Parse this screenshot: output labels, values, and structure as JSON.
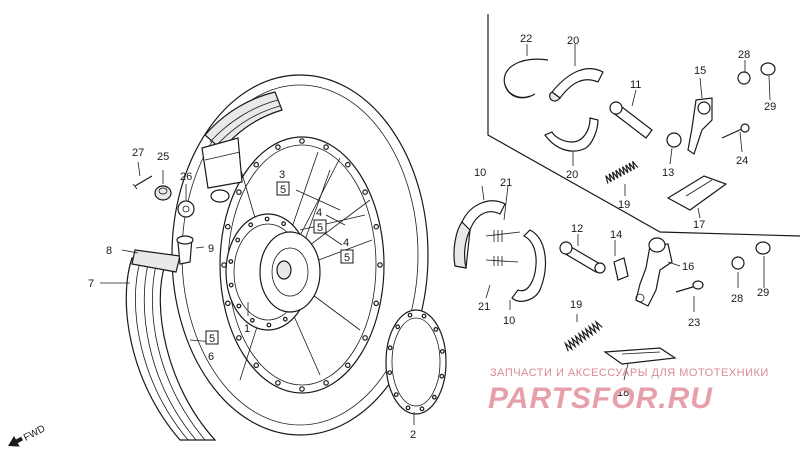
{
  "labels": {
    "n1": "1",
    "n2": "2",
    "n3": "3",
    "n4a": "4",
    "n4b": "4",
    "n5a": "5",
    "n5b": "5",
    "n5c": "5",
    "n5d": "5",
    "n6": "6",
    "n7": "7",
    "n8": "8",
    "n9": "9",
    "n10a": "10",
    "n10b": "10",
    "n11": "11",
    "n12": "12",
    "n13": "13",
    "n14": "14",
    "n15": "15",
    "n16": "16",
    "n17": "17",
    "n18": "18",
    "n19a": "19",
    "n19b": "19",
    "n20a": "20",
    "n20b": "20",
    "n21a": "21",
    "n21b": "21",
    "n22": "22",
    "n23": "23",
    "n24": "24",
    "n25": "25",
    "n26": "26",
    "n27": "27",
    "n28a": "28",
    "n28b": "28",
    "n29a": "29",
    "n29b": "29"
  },
  "fwd": "FWD",
  "watermark": {
    "caption": "ЗАПЧАСТИ И АКСЕССУАРЫ ДЛЯ МОТОТЕХНИКИ",
    "brand": "PARTSFOR.RU"
  },
  "colors": {
    "line": "#1a1a1a",
    "watermark": "#e7a0aa"
  }
}
